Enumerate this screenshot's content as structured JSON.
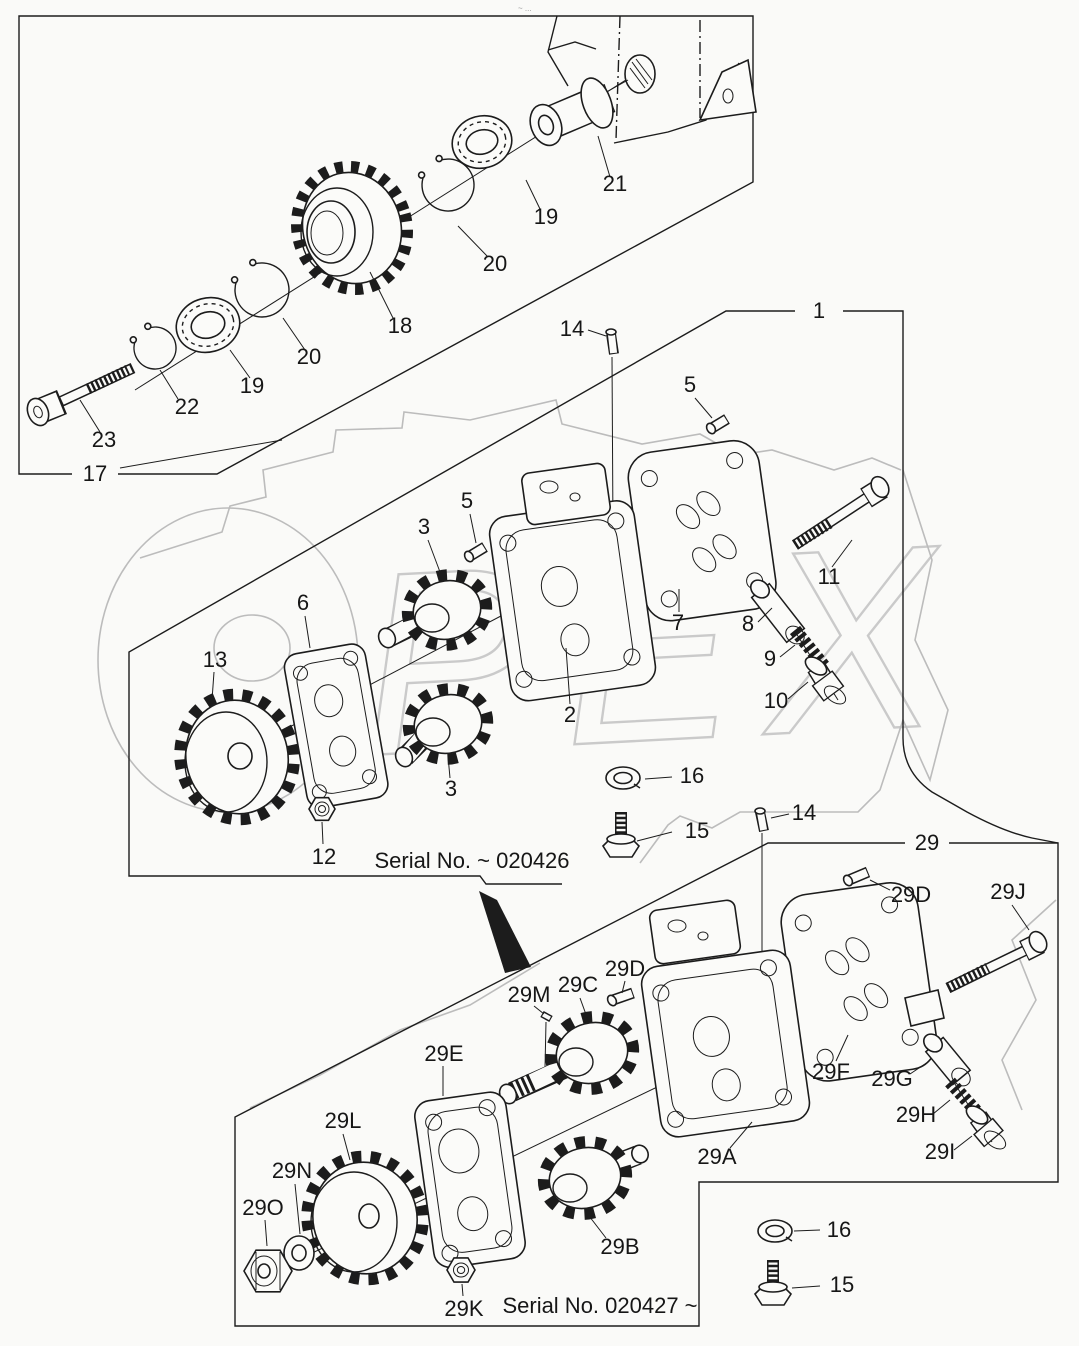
{
  "watermark_text": "PEX",
  "corner_mark": "~ ...",
  "sections": {
    "top_box": {
      "group_label": "17",
      "callouts": {
        "bolt": "23",
        "snap_ring_small": "22",
        "bearing_left": "19",
        "snap_ring_left": "20",
        "gear": "18",
        "snap_ring_right": "20",
        "bearing_right": "19",
        "bushing": "21"
      }
    },
    "middle": {
      "group_label": "1",
      "serial_note": "Serial No. ~ 020426",
      "callouts": {
        "pin_top": "14",
        "pin_upper_right": "5",
        "pin_lower_left": "5",
        "gear_upper": "3",
        "gear_lower": "3",
        "cover": "6",
        "drive_gear": "13",
        "nut": "12",
        "body": "2",
        "rear_cover": "7",
        "valve": "8",
        "spring": "9",
        "plug": "10",
        "bolt": "11",
        "washer": "16",
        "bolt_small": "15",
        "pin_lower": "14"
      }
    },
    "bottom": {
      "group_label": "29",
      "serial_note": "Serial No. 020427 ~",
      "callouts": {
        "key": "29M",
        "gear_shaft": "29C",
        "pin_left": "29D",
        "cover": "29E",
        "drive_gear": "29L",
        "washer": "29N",
        "nut_front": "29O",
        "nut_small": "29K",
        "gear_lower": "29B",
        "body": "29A",
        "rear_cover": "29F",
        "pin_right": "29D",
        "bolt": "29J",
        "valve": "29G",
        "spring": "29H",
        "plug": "29I",
        "washer_out": "16",
        "bolt_out": "15"
      }
    }
  }
}
